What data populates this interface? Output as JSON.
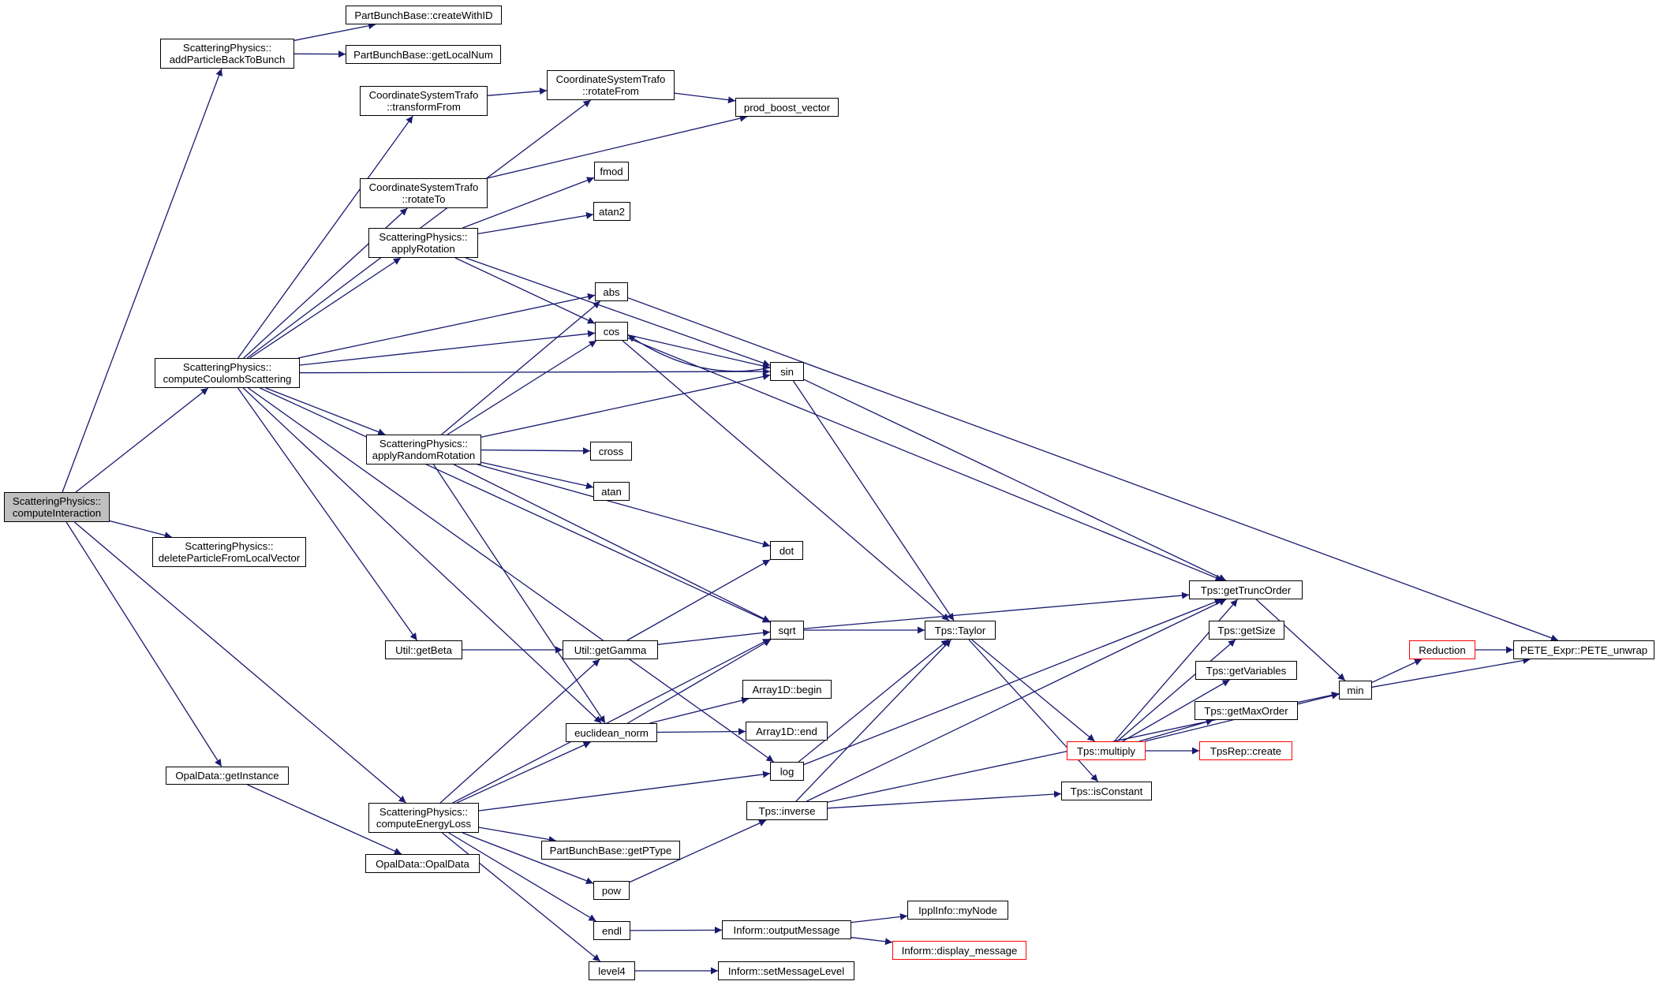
{
  "colors": {
    "edge": "#191970",
    "node_border": "#000000",
    "truncated_border": "#ff0000",
    "root_fill": "#bfbfbf",
    "background": "#ffffff"
  },
  "nodes": {
    "computeInteraction": {
      "line1": "ScatteringPhysics::",
      "line2": "computeInteraction",
      "root": true
    },
    "addParticleBackToBunch": {
      "line1": "ScatteringPhysics::",
      "line2": "addParticleBackToBunch"
    },
    "computeCoulombScattering": {
      "line1": "ScatteringPhysics::",
      "line2": "computeCoulombScattering"
    },
    "deleteParticleFromLocalVector": {
      "line1": "ScatteringPhysics::",
      "line2": "deleteParticleFromLocalVector"
    },
    "opalGetInstance": {
      "line1": "OpalData::getInstance"
    },
    "createWithID": {
      "line1": "PartBunchBase::createWithID"
    },
    "getLocalNum": {
      "line1": "PartBunchBase::getLocalNum"
    },
    "transformFrom": {
      "line1": "CoordinateSystemTrafo",
      "line2": "::transformFrom"
    },
    "rotateTo": {
      "line1": "CoordinateSystemTrafo",
      "line2": "::rotateTo"
    },
    "applyRotation": {
      "line1": "ScatteringPhysics::",
      "line2": "applyRotation"
    },
    "applyRandomRotation": {
      "line1": "ScatteringPhysics::",
      "line2": "applyRandomRotation"
    },
    "getBeta": {
      "line1": "Util::getBeta"
    },
    "computeEnergyLoss": {
      "line1": "ScatteringPhysics::",
      "line2": "computeEnergyLoss"
    },
    "opalDataCtor": {
      "line1": "OpalData::OpalData"
    },
    "rotateFrom": {
      "line1": "CoordinateSystemTrafo",
      "line2": "::rotateFrom"
    },
    "prodBoostVector": {
      "line1": "prod_boost_vector"
    },
    "fmod": {
      "line1": "fmod"
    },
    "atan2": {
      "line1": "atan2"
    },
    "abs": {
      "line1": "abs"
    },
    "cos": {
      "line1": "cos"
    },
    "cross": {
      "line1": "cross"
    },
    "atan": {
      "line1": "atan"
    },
    "getGamma": {
      "line1": "Util::getGamma"
    },
    "euclideanNorm": {
      "line1": "euclidean_norm"
    },
    "getPType": {
      "line1": "PartBunchBase::getPType"
    },
    "pow": {
      "line1": "pow"
    },
    "endl": {
      "line1": "endl"
    },
    "level4": {
      "line1": "level4"
    },
    "sin": {
      "line1": "sin"
    },
    "dot": {
      "line1": "dot"
    },
    "sqrt": {
      "line1": "sqrt"
    },
    "array1dBegin": {
      "line1": "Array1D::begin"
    },
    "array1dEnd": {
      "line1": "Array1D::end"
    },
    "log": {
      "line1": "log"
    },
    "tpsInverse": {
      "line1": "Tps::inverse"
    },
    "outputMessage": {
      "line1": "Inform::outputMessage"
    },
    "setMessageLevel": {
      "line1": "Inform::setMessageLevel"
    },
    "tpsTaylor": {
      "line1": "Tps::Taylor"
    },
    "ipplMyNode": {
      "line1": "IpplInfo::myNode"
    },
    "displayMessage": {
      "line1": "Inform::display_message",
      "truncated": true
    },
    "tpsMultiply": {
      "line1": "Tps::multiply",
      "truncated": true
    },
    "tpsIsConstant": {
      "line1": "Tps::isConstant"
    },
    "tpsGetTruncOrder": {
      "line1": "Tps::getTruncOrder"
    },
    "tpsGetSize": {
      "line1": "Tps::getSize"
    },
    "tpsGetVariables": {
      "line1": "Tps::getVariables"
    },
    "tpsGetMaxOrder": {
      "line1": "Tps::getMaxOrder"
    },
    "tpsRepCreate": {
      "line1": "TpsRep::create",
      "truncated": true
    },
    "min": {
      "line1": "min"
    },
    "reduction": {
      "line1": "Reduction",
      "truncated": true
    },
    "peteUnwrap": {
      "line1": "PETE_Expr::PETE_unwrap"
    }
  },
  "edges": [
    [
      "computeInteraction",
      "addParticleBackToBunch"
    ],
    [
      "computeInteraction",
      "computeCoulombScattering"
    ],
    [
      "computeInteraction",
      "deleteParticleFromLocalVector"
    ],
    [
      "computeInteraction",
      "opalGetInstance"
    ],
    [
      "computeInteraction",
      "computeEnergyLoss"
    ],
    [
      "addParticleBackToBunch",
      "createWithID"
    ],
    [
      "addParticleBackToBunch",
      "getLocalNum"
    ],
    [
      "computeCoulombScattering",
      "transformFrom"
    ],
    [
      "computeCoulombScattering",
      "rotateFrom"
    ],
    [
      "computeCoulombScattering",
      "rotateTo"
    ],
    [
      "computeCoulombScattering",
      "applyRotation"
    ],
    [
      "computeCoulombScattering",
      "abs"
    ],
    [
      "computeCoulombScattering",
      "cos"
    ],
    [
      "computeCoulombScattering",
      "sin"
    ],
    [
      "computeCoulombScattering",
      "applyRandomRotation"
    ],
    [
      "computeCoulombScattering",
      "sqrt"
    ],
    [
      "computeCoulombScattering",
      "getBeta"
    ],
    [
      "computeCoulombScattering",
      "euclideanNorm"
    ],
    [
      "computeCoulombScattering",
      "log"
    ],
    [
      "transformFrom",
      "rotateFrom"
    ],
    [
      "rotateFrom",
      "prodBoostVector"
    ],
    [
      "rotateTo",
      "prodBoostVector"
    ],
    [
      "applyRotation",
      "fmod"
    ],
    [
      "applyRotation",
      "atan2"
    ],
    [
      "applyRotation",
      "cos"
    ],
    [
      "applyRotation",
      "sin"
    ],
    [
      "applyRandomRotation",
      "abs"
    ],
    [
      "applyRandomRotation",
      "cos"
    ],
    [
      "applyRandomRotation",
      "sin"
    ],
    [
      "applyRandomRotation",
      "cross"
    ],
    [
      "applyRandomRotation",
      "atan"
    ],
    [
      "applyRandomRotation",
      "dot"
    ],
    [
      "applyRandomRotation",
      "sqrt"
    ],
    [
      "applyRandomRotation",
      "euclideanNorm"
    ],
    [
      "opalGetInstance",
      "opalDataCtor"
    ],
    [
      "getBeta",
      "getGamma"
    ],
    [
      "getGamma",
      "dot"
    ],
    [
      "getGamma",
      "sqrt"
    ],
    [
      "computeEnergyLoss",
      "getGamma"
    ],
    [
      "computeEnergyLoss",
      "sqrt"
    ],
    [
      "computeEnergyLoss",
      "euclideanNorm"
    ],
    [
      "computeEnergyLoss",
      "log"
    ],
    [
      "computeEnergyLoss",
      "getPType"
    ],
    [
      "computeEnergyLoss",
      "pow"
    ],
    [
      "computeEnergyLoss",
      "endl"
    ],
    [
      "computeEnergyLoss",
      "level4"
    ],
    [
      "euclideanNorm",
      "sqrt"
    ],
    [
      "euclideanNorm",
      "array1dBegin"
    ],
    [
      "euclideanNorm",
      "array1dEnd"
    ],
    [
      "cos",
      "sin"
    ],
    [
      "cos",
      "tpsTaylor"
    ],
    [
      "cos",
      "tpsGetTruncOrder"
    ],
    [
      "sin",
      "cos"
    ],
    [
      "sin",
      "tpsTaylor"
    ],
    [
      "sin",
      "tpsGetTruncOrder"
    ],
    [
      "abs",
      "peteUnwrap"
    ],
    [
      "sqrt",
      "tpsTaylor"
    ],
    [
      "sqrt",
      "tpsGetTruncOrder"
    ],
    [
      "log",
      "tpsTaylor"
    ],
    [
      "log",
      "tpsGetTruncOrder"
    ],
    [
      "pow",
      "tpsInverse"
    ],
    [
      "tpsInverse",
      "tpsTaylor"
    ],
    [
      "tpsInverse",
      "tpsGetTruncOrder"
    ],
    [
      "tpsInverse",
      "tpsIsConstant"
    ],
    [
      "tpsInverse",
      "min"
    ],
    [
      "endl",
      "outputMessage"
    ],
    [
      "level4",
      "setMessageLevel"
    ],
    [
      "outputMessage",
      "ipplMyNode"
    ],
    [
      "outputMessage",
      "displayMessage"
    ],
    [
      "tpsTaylor",
      "tpsMultiply"
    ],
    [
      "tpsTaylor",
      "tpsIsConstant"
    ],
    [
      "tpsMultiply",
      "tpsGetTruncOrder"
    ],
    [
      "tpsMultiply",
      "tpsGetSize"
    ],
    [
      "tpsMultiply",
      "tpsGetVariables"
    ],
    [
      "tpsMultiply",
      "tpsGetMaxOrder"
    ],
    [
      "tpsMultiply",
      "tpsRepCreate"
    ],
    [
      "tpsMultiply",
      "min"
    ],
    [
      "tpsGetTruncOrder",
      "min"
    ],
    [
      "min",
      "reduction"
    ],
    [
      "min",
      "peteUnwrap"
    ],
    [
      "reduction",
      "peteUnwrap"
    ]
  ]
}
